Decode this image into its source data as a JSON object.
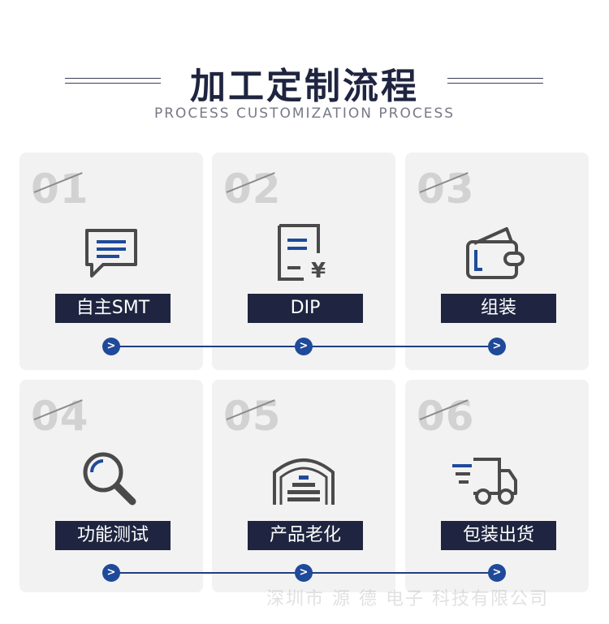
{
  "header": {
    "title": "加工定制流程",
    "subtitle": "PROCESS CUSTOMIZATION PROCESS"
  },
  "steps": [
    {
      "number": "01",
      "label": "自主SMT",
      "icon": "chat-icon"
    },
    {
      "number": "02",
      "label": "DIP",
      "icon": "invoice-icon"
    },
    {
      "number": "03",
      "label": "组装",
      "icon": "wallet-icon"
    },
    {
      "number": "04",
      "label": "功能测试",
      "icon": "magnifier-icon"
    },
    {
      "number": "05",
      "label": "产品老化",
      "icon": "warehouse-icon"
    },
    {
      "number": "06",
      "label": "包装出货",
      "icon": "truck-icon"
    }
  ],
  "flow": {
    "arrow_glyph": ">"
  },
  "watermark": "深圳市 源 德 电子 科技有限公司",
  "colors": {
    "navy": "#1f2540",
    "accent_blue": "#1f4a9a",
    "icon_gray": "#4a4a4a",
    "card_bg": "#f2f2f2",
    "number_gray": "#d2d2d2"
  }
}
